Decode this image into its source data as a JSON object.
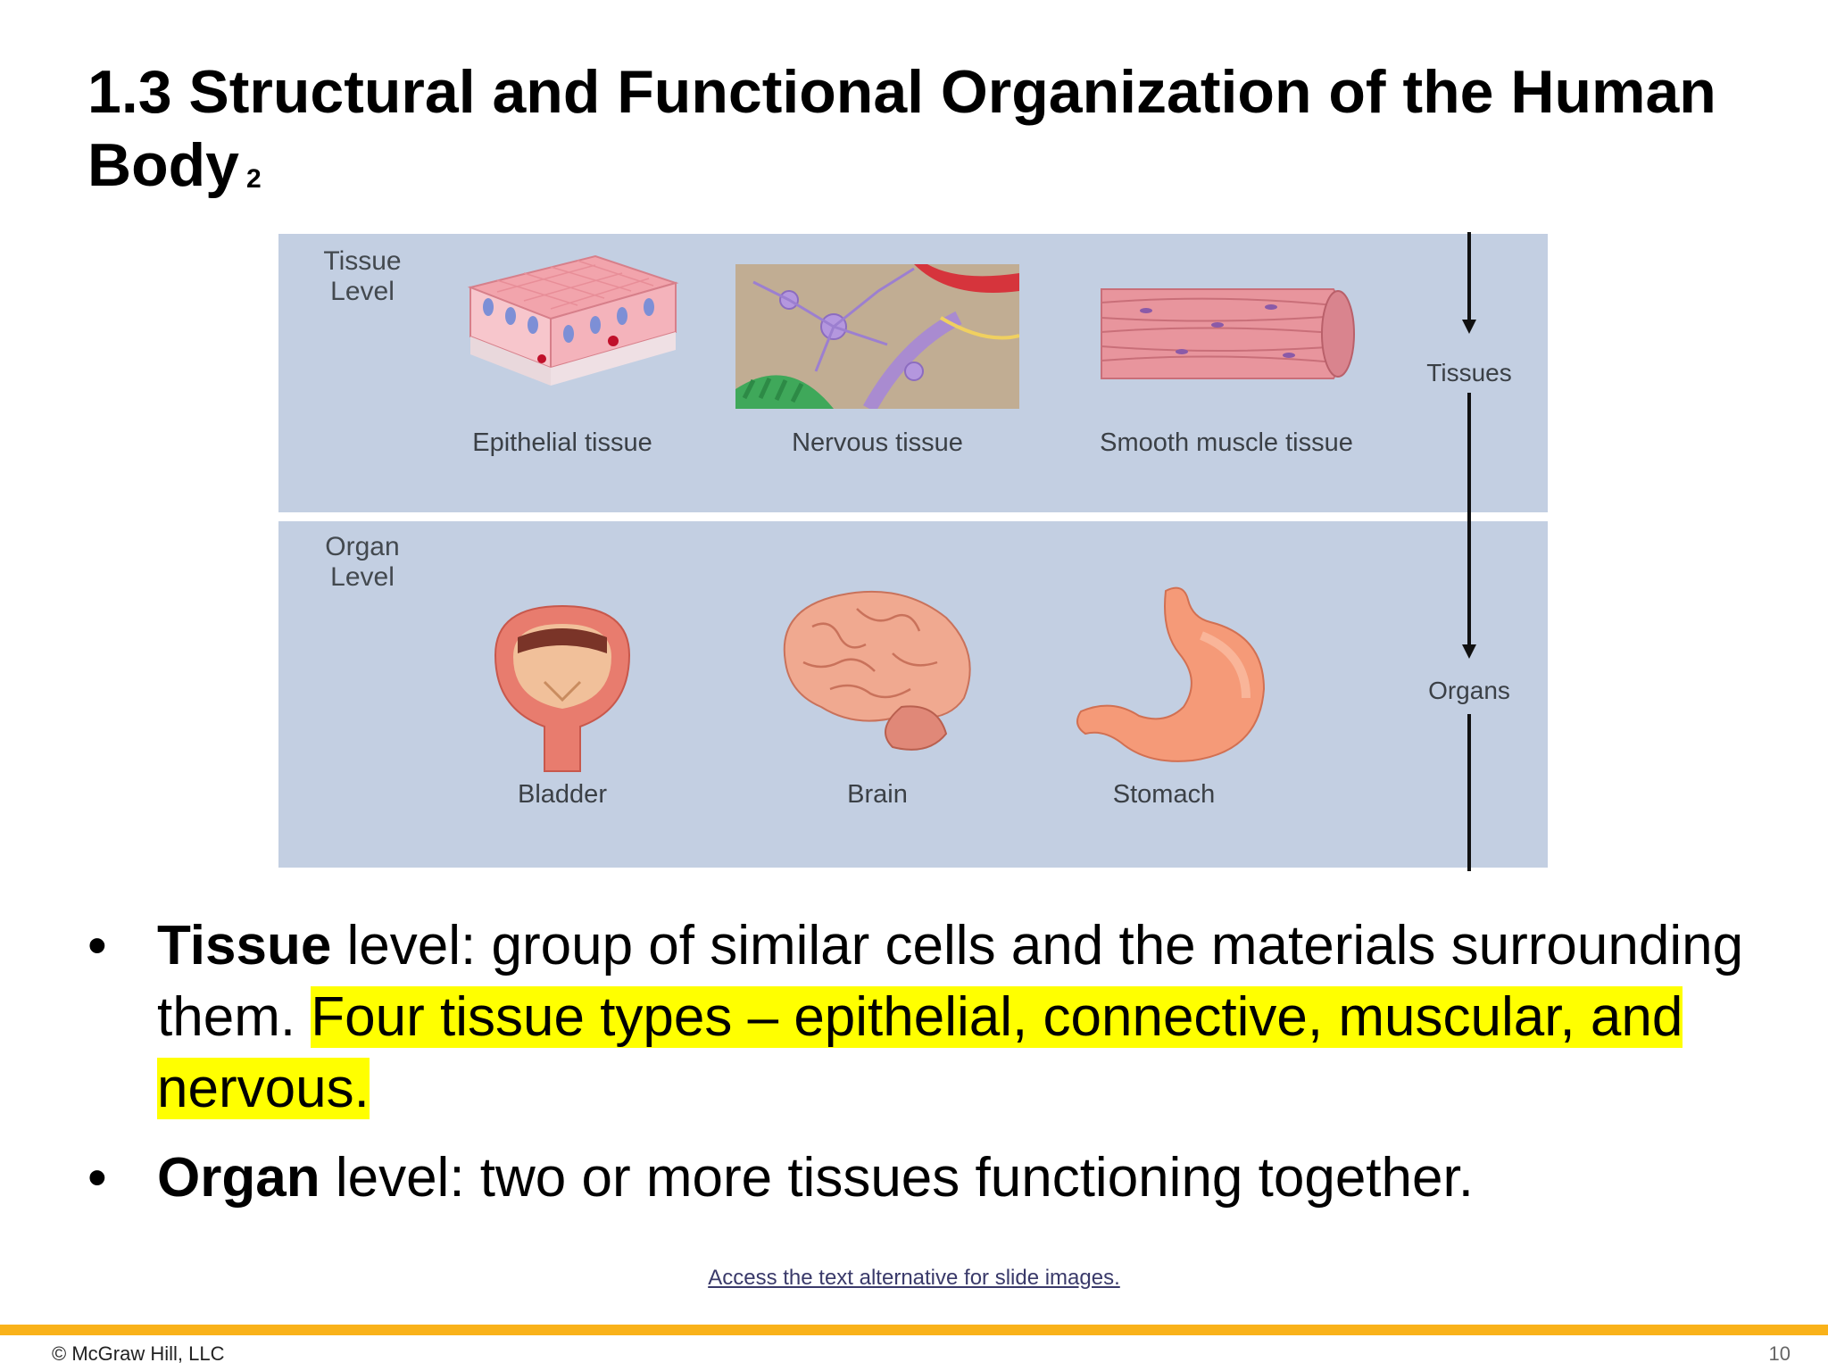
{
  "slide": {
    "title": "1.3 Structural and Functional Organization of the Human Body",
    "title_subscript": "2"
  },
  "figure": {
    "tissue_level_label": "Tissue Level",
    "organ_level_label": "Organ Level",
    "tissues": [
      "Epithelial tissue",
      "Nervous tissue",
      "Smooth muscle tissue"
    ],
    "organs": [
      "Bladder",
      "Brain",
      "Stomach"
    ],
    "side_labels": {
      "tissues": "Tissues",
      "organs": "Organs"
    }
  },
  "bullets": {
    "tissue": {
      "bold": "Tissue",
      "text": " level: group of similar cells and the materials surrounding them. ",
      "highlight": "Four tissue types – epithelial, connective, muscular, and nervous. "
    },
    "organ": {
      "bold": "Organ",
      "text": " level: two or more tissues functioning together."
    },
    "bullet_char": "•"
  },
  "links": {
    "text_alternative": "Access the text alternative for slide images."
  },
  "footer": {
    "copyright": "© McGraw Hill, LLC",
    "page_number": "10"
  },
  "colors": {
    "highlight": "#ffff00",
    "footer_bar": "#f9b21a",
    "figure_bg": "#c3cfe2"
  }
}
